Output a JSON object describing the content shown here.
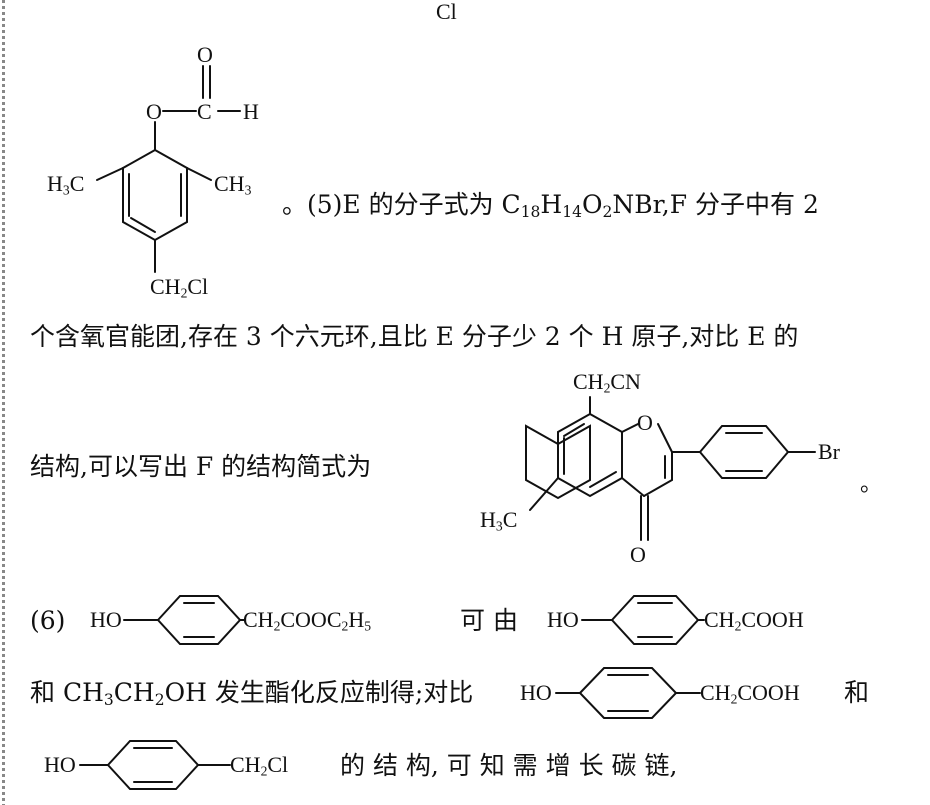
{
  "top_fragment": "Cl",
  "structure_1": {
    "o_top": "O",
    "o_ester": "O",
    "c_carbonyl": "C",
    "h": "H",
    "ch3_left": "H<sub>3</sub>C",
    "ch3_right": "CH<sub>3</sub>",
    "ch2cl": "CH<sub>2</sub>Cl"
  },
  "para5_line1": "。(5)E 的分子式为 C<sub>18</sub>H<sub>14</sub>O<sub>2</sub>NBr,F 分子中有 2",
  "para5_line2": "个含氧官能团,存在 3 个六元环,且比 E 分子少 2 个 H 原子,对比 E 的",
  "para5_line3": "结构,可以写出 F 的结构简式为",
  "structure_F": {
    "ch2cn": "CH<sub>2</sub>CN",
    "o_ring": "O",
    "br": "Br",
    "h3c": "H<sub>3</sub>C",
    "o_keto": "O",
    "period": "。"
  },
  "para6": {
    "label": "(6)",
    "m1_left": "HO",
    "m1_right": "CH<sub>2</sub>COOC<sub>2</sub>H<sub>5</sub>",
    "can_by": "可 由",
    "m2_left": "HO",
    "m2_right": "CH<sub>2</sub>COOH",
    "line2_text": "和 CH<sub>3</sub>CH<sub>2</sub>OH 发生酯化反应制得;对比",
    "m3_left": "HO",
    "m3_right": "CH<sub>2</sub>COOH",
    "and": "和",
    "m4_left": "HO",
    "m4_right": "CH<sub>2</sub>Cl",
    "line3_text": "的 结 构, 可 知 需 增 长 碳 链,"
  }
}
